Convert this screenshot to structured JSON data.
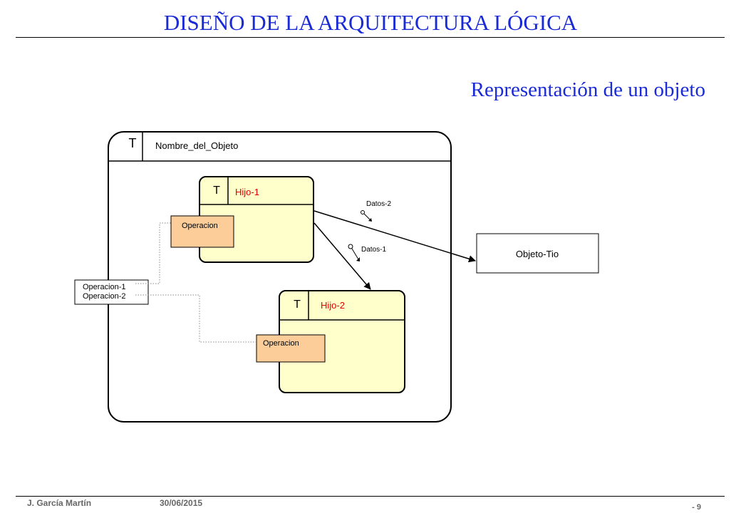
{
  "slide": {
    "title": "DISEÑO DE LA ARQUITECTURA LÓGICA",
    "subtitle": "Representación de un objeto"
  },
  "diagram": {
    "parent_object": {
      "marker": "T",
      "name": "Nombre_del_Objeto"
    },
    "child_1": {
      "marker": "T",
      "name": "Hijo-1",
      "operation": "Operacion"
    },
    "child_2": {
      "marker": "T",
      "name": "Hijo-2",
      "operation": "Operacion"
    },
    "interface": {
      "op_1": "Operacion-1",
      "op_2": "Operacion-2"
    },
    "external_object": {
      "name": "Objeto-Tio"
    },
    "data_flows": [
      {
        "label": "Datos-2"
      },
      {
        "label": "Datos-1"
      }
    ],
    "colors": {
      "object_fill": "#ffffcc",
      "operation_fill": "#fccc99",
      "title_blue": "#1a2bd6",
      "child_name_red": "#e00000"
    }
  },
  "footer": {
    "author": "J. García Martín",
    "date": "30/06/2015",
    "page": "- 9"
  }
}
